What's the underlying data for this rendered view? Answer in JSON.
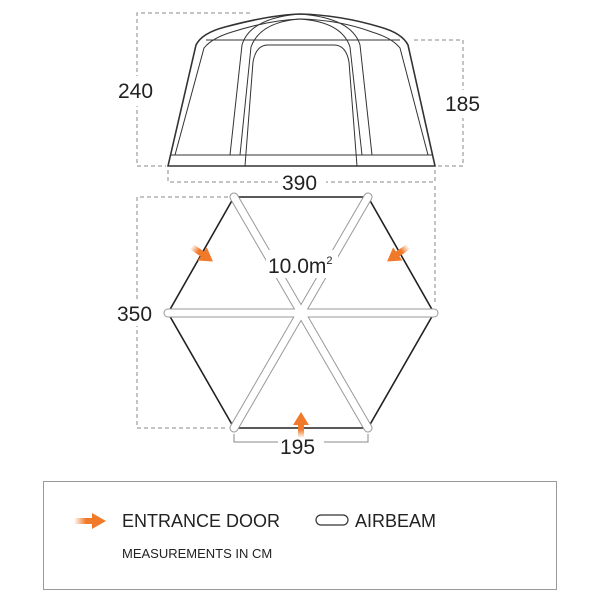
{
  "front_view": {
    "height_total": "240",
    "height_side": "185",
    "width": "390"
  },
  "floor_plan": {
    "depth": "350",
    "front_width": "195",
    "area": "10.0m",
    "area_unit_sup": "2"
  },
  "legend": {
    "entrance_label": "ENTRANCE DOOR",
    "airbeam_label": "AIRBEAM",
    "note": "MEASUREMENTS IN CM"
  },
  "colors": {
    "entrance_arrow": "#f07a2a",
    "outline": "#222222",
    "airbeam_edge": "#999999",
    "dimension_line": "#888888"
  },
  "icons": [
    "entrance-arrow-icon",
    "airbeam-icon"
  ]
}
